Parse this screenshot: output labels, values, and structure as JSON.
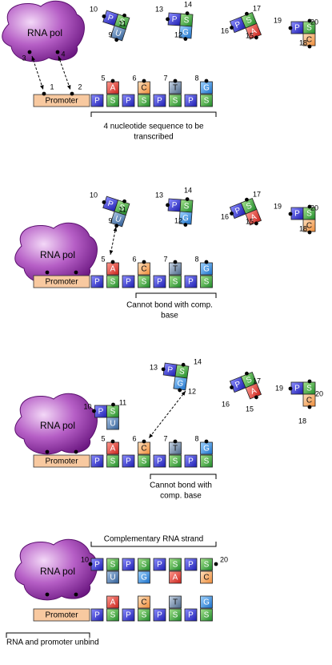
{
  "labels": {
    "rna_pol": "RNA pol",
    "promoter": "Promoter",
    "phosphate": "P",
    "sugar": "S"
  },
  "panels": [
    {
      "caption_lines": [
        "4 nucleotide sequence to be",
        "transcribed"
      ],
      "top_label": "",
      "bottom_label": ""
    },
    {
      "caption_lines": [
        "Cannot bond with comp.",
        "base"
      ],
      "top_label": "",
      "bottom_label": ""
    },
    {
      "caption_lines": [
        "Cannot bond with",
        "comp. base"
      ],
      "top_label": "",
      "bottom_label": ""
    },
    {
      "caption_lines": [],
      "top_label": "Complementary RNA strand",
      "bottom_label": "RNA and promoter unbind"
    }
  ],
  "dna_bases": [
    "A",
    "C",
    "T",
    "G"
  ],
  "rna_bases": [
    "U",
    "G",
    "A",
    "C"
  ],
  "point_numbers": {
    "pol_left": "3",
    "pol_right": "4",
    "promoter_left": "1",
    "promoter_right": "2",
    "dna_a": "5",
    "dna_c": "6",
    "dna_t": "7",
    "dna_g": "8",
    "nuc_u_bottom": "9",
    "nuc_u_left": "10",
    "nuc_u_right": "11",
    "nuc_g_bottom": "12",
    "nuc_g_left": "13",
    "nuc_g_right": "14",
    "nuc_a_bottom": "15",
    "nuc_a_left": "16",
    "nuc_a_right": "17",
    "nuc_c_bottom": "18",
    "nuc_c_left": "19",
    "nuc_c_right": "20"
  },
  "colors": {
    "phosphate": "#3a3ad8",
    "sugar": "#3aa83a",
    "base_A": "#e0463c",
    "base_C": "#f2a560",
    "base_T": "#6b87a8",
    "base_G": "#2f8fe0",
    "base_U": "#4a7bb0",
    "promoter": "#f8c9a0",
    "rna_pol": "#8a2a9c"
  }
}
